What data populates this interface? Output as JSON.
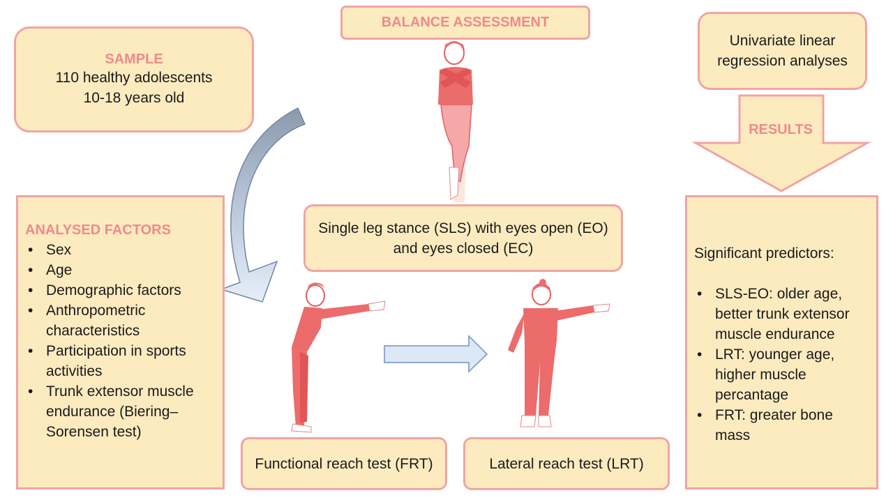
{
  "sample": {
    "heading": "SAMPLE",
    "line1": "110 healthy adolescents",
    "line2": "10-18 years old"
  },
  "balance": {
    "heading": "BALANCE ASSESSMENT"
  },
  "univariate": {
    "line1": "Univariate linear",
    "line2": "regression analyses"
  },
  "results": {
    "label": "RESULTS"
  },
  "analysed": {
    "heading": "ANALYSED FACTORS",
    "items": [
      "Sex",
      "Age",
      "Demographic factors",
      "Anthropometric characteristics",
      "Participation in sports activities",
      "Trunk extensor muscle endurance (Biering–Sorensen test)"
    ]
  },
  "sls": {
    "line1": "Single leg stance (SLS) with eyes open (EO)",
    "line2": "and eyes closed (EC)"
  },
  "frt": {
    "label": "Functional reach test (FRT)"
  },
  "lrt": {
    "label": "Lateral reach test (LRT)"
  },
  "predictors": {
    "heading": "Significant predictors:",
    "items": [
      "SLS-EO: older age, better trunk extensor muscle endurance",
      "LRT: younger age, higher muscle percantage",
      "FRT: greater bone mass"
    ]
  },
  "colors": {
    "box_fill": "#fdebc0",
    "box_border": "#f2a3a3",
    "heading": "#ee8a8a",
    "figure_red": "#ec6b6b",
    "figure_pink": "#f6a7a7",
    "arrow_blue": "#dde8f6"
  }
}
